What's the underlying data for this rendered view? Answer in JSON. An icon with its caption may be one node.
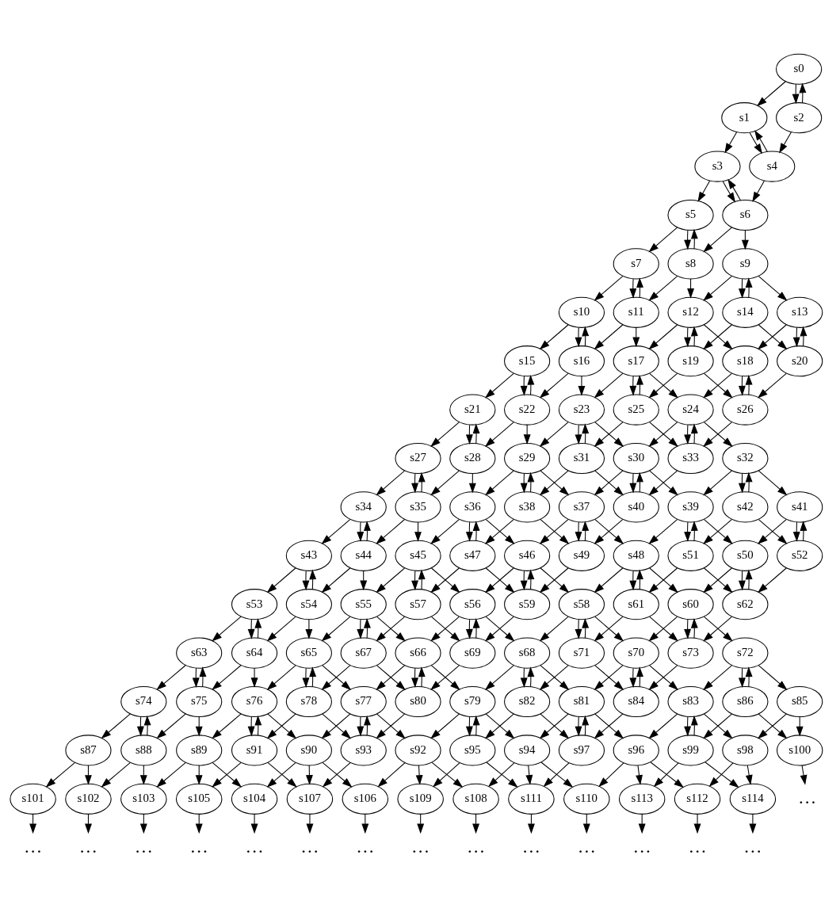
{
  "diagram": {
    "nodes": [
      {
        "text": [
          "s0"
        ]
      },
      {
        "text": [
          "s1"
        ]
      },
      {
        "text": [
          "s2"
        ]
      },
      {
        "text": [
          "s3"
        ]
      },
      {
        "text": [
          "s4"
        ]
      },
      {
        "text": [
          "s5"
        ]
      },
      {
        "text": [
          "s6"
        ]
      },
      {
        "text": [
          "s7"
        ]
      },
      {
        "text": [
          "s8"
        ]
      },
      {
        "text": [
          "s9"
        ]
      },
      {
        "text": [
          "s10"
        ]
      },
      {
        "text": [
          "s11"
        ]
      },
      {
        "text": [
          "s12"
        ]
      },
      {
        "text": [
          "s13"
        ]
      },
      {
        "text": [
          "s14"
        ]
      },
      {
        "text": [
          "s15"
        ]
      },
      {
        "text": [
          "s16"
        ]
      },
      {
        "text": [
          "s17"
        ]
      },
      {
        "text": [
          "s18"
        ]
      },
      {
        "text": [
          "s19"
        ]
      },
      {
        "text": [
          "s20"
        ]
      },
      {
        "text": [
          "s21"
        ]
      },
      {
        "text": [
          "s22"
        ]
      },
      {
        "text": [
          "s23"
        ]
      },
      {
        "text": [
          "s24"
        ]
      },
      {
        "text": [
          "s25"
        ]
      },
      {
        "text": [
          "s26"
        ]
      },
      {
        "text": [
          "s27"
        ]
      },
      {
        "text": [
          "s28"
        ]
      },
      {
        "text": [
          "s29"
        ]
      },
      {
        "text": [
          "s30"
        ]
      },
      {
        "text": [
          "s31"
        ]
      },
      {
        "text": [
          "s32"
        ]
      },
      {
        "text": [
          "s33"
        ]
      },
      {
        "text": [
          "s34"
        ]
      },
      {
        "text": [
          "s35"
        ]
      },
      {
        "text": [
          "s36"
        ]
      },
      {
        "text": [
          "s37"
        ]
      },
      {
        "text": [
          "s38"
        ]
      },
      {
        "text": [
          "s39"
        ]
      },
      {
        "text": [
          "s40"
        ]
      },
      {
        "text": [
          "s41"
        ]
      },
      {
        "text": [
          "s42"
        ]
      },
      {
        "text": [
          "s43"
        ]
      },
      {
        "text": [
          "s44"
        ]
      },
      {
        "text": [
          "s45"
        ]
      },
      {
        "text": [
          "s46"
        ]
      },
      {
        "text": [
          "s47"
        ]
      },
      {
        "text": [
          "s48"
        ]
      },
      {
        "text": [
          "s49"
        ]
      },
      {
        "text": [
          "s50"
        ]
      },
      {
        "text": [
          "s51"
        ]
      },
      {
        "text": [
          "s52"
        ]
      },
      {
        "text": [
          "s53"
        ]
      },
      {
        "text": [
          "s54"
        ]
      },
      {
        "text": [
          "s55"
        ]
      },
      {
        "text": [
          "s56"
        ]
      },
      {
        "text": [
          "s57"
        ]
      },
      {
        "text": [
          "s58"
        ]
      },
      {
        "text": [
          "s59"
        ]
      },
      {
        "text": [
          "s60"
        ]
      },
      {
        "text": [
          "s61"
        ]
      },
      {
        "text": [
          "s62"
        ]
      },
      {
        "text": [
          "s63"
        ]
      },
      {
        "text": [
          "s64"
        ]
      },
      {
        "text": [
          "s65"
        ]
      },
      {
        "text": [
          "s66"
        ]
      },
      {
        "text": [
          "s67"
        ]
      },
      {
        "text": [
          "s68"
        ]
      },
      {
        "text": [
          "s69"
        ]
      },
      {
        "text": [
          "s70"
        ]
      },
      {
        "text": [
          "s71"
        ]
      },
      {
        "text": [
          "s72"
        ]
      },
      {
        "text": [
          "s73"
        ]
      },
      {
        "text": [
          "s74"
        ]
      },
      {
        "text": [
          "s75"
        ]
      },
      {
        "text": [
          "s76"
        ]
      },
      {
        "text": [
          "s77"
        ]
      },
      {
        "text": [
          "s78"
        ]
      },
      {
        "text": [
          "s79"
        ]
      },
      {
        "text": [
          "s80"
        ]
      },
      {
        "text": [
          "s81"
        ]
      },
      {
        "text": [
          "s82"
        ]
      },
      {
        "text": [
          "s83"
        ]
      },
      {
        "text": [
          "s84"
        ]
      },
      {
        "text": [
          "s85"
        ]
      },
      {
        "text": [
          "s86"
        ]
      },
      {
        "text": [
          "s87"
        ]
      },
      {
        "text": [
          "s88"
        ]
      },
      {
        "text": [
          "s89"
        ]
      },
      {
        "text": [
          "s90"
        ]
      },
      {
        "text": [
          "s91"
        ]
      },
      {
        "text": [
          "s92"
        ]
      },
      {
        "text": [
          "s93"
        ]
      },
      {
        "text": [
          "s94"
        ]
      },
      {
        "text": [
          "s95"
        ]
      },
      {
        "text": [
          "s96"
        ]
      },
      {
        "text": [
          "s97"
        ]
      },
      {
        "text": [
          "s98"
        ]
      },
      {
        "text": [
          "s99"
        ]
      },
      {
        "text": [
          "s100"
        ]
      },
      {
        "text": [
          "s101"
        ]
      },
      {
        "text": [
          "s102"
        ]
      },
      {
        "text": [
          "s103"
        ]
      },
      {
        "text": [
          "s104"
        ]
      },
      {
        "text": [
          "s105"
        ]
      },
      {
        "text": [
          "s106"
        ]
      },
      {
        "text": [
          "s107"
        ]
      },
      {
        "text": [
          "s108"
        ]
      },
      {
        "text": [
          "s109"
        ]
      },
      {
        "text": [
          "s110"
        ]
      },
      {
        "text": [
          "s111"
        ]
      },
      {
        "text": [
          "s112"
        ]
      },
      {
        "text": [
          "s113"
        ]
      },
      {
        "text": [
          "s114"
        ]
      },
      {
        "text": [
          "…"
        ]
      },
      {
        "text": [
          "…"
        ]
      },
      {
        "text": [
          "…"
        ]
      },
      {
        "text": [
          "…"
        ]
      },
      {
        "text": [
          "…"
        ]
      },
      {
        "text": [
          "…"
        ]
      },
      {
        "text": [
          "…"
        ]
      },
      {
        "text": [
          "…"
        ]
      },
      {
        "text": [
          "…"
        ]
      },
      {
        "text": [
          "…"
        ]
      },
      {
        "text": [
          "…"
        ]
      },
      {
        "text": [
          "…"
        ]
      },
      {
        "text": [
          "…"
        ]
      },
      {
        "text": [
          "…"
        ]
      },
      {
        "text": [
          "…"
        ]
      }
    ],
    "edges": [
      {
        "from": 0,
        "to": 1,
        "arrow": "to"
      },
      {
        "from": 0,
        "to": 2,
        "arrow": "to"
      },
      {
        "from": 2,
        "to": 0,
        "arrow": "to"
      },
      {
        "from": 1,
        "to": 3,
        "arrow": "to"
      },
      {
        "from": 1,
        "to": 4,
        "arrow": "to"
      },
      {
        "from": 4,
        "to": 1,
        "arrow": "to"
      },
      {
        "from": 2,
        "to": 4,
        "arrow": "to"
      },
      {
        "from": 3,
        "to": 5,
        "arrow": "to"
      },
      {
        "from": 3,
        "to": 6,
        "arrow": "to"
      },
      {
        "from": 6,
        "to": 3,
        "arrow": "to"
      },
      {
        "from": 4,
        "to": 6,
        "arrow": "to"
      },
      {
        "from": 5,
        "to": 7,
        "arrow": "to"
      },
      {
        "from": 5,
        "to": 8,
        "arrow": "to"
      },
      {
        "from": 8,
        "to": 5,
        "arrow": "to"
      },
      {
        "from": 6,
        "to": 8,
        "arrow": "to"
      },
      {
        "from": 6,
        "to": 9,
        "arrow": "to"
      },
      {
        "from": 7,
        "to": 10,
        "arrow": "to"
      },
      {
        "from": 7,
        "to": 11,
        "arrow": "to"
      },
      {
        "from": 11,
        "to": 7,
        "arrow": "to"
      },
      {
        "from": 8,
        "to": 11,
        "arrow": "to"
      },
      {
        "from": 8,
        "to": 12,
        "arrow": "to"
      },
      {
        "from": 9,
        "to": 12,
        "arrow": "to"
      },
      {
        "from": 9,
        "to": 14,
        "arrow": "to"
      },
      {
        "from": 14,
        "to": 9,
        "arrow": "to"
      },
      {
        "from": 9,
        "to": 13,
        "arrow": "to"
      },
      {
        "from": 10,
        "to": 15,
        "arrow": "to"
      },
      {
        "from": 10,
        "to": 16,
        "arrow": "to"
      },
      {
        "from": 16,
        "to": 10,
        "arrow": "to"
      },
      {
        "from": 11,
        "to": 16,
        "arrow": "to"
      },
      {
        "from": 11,
        "to": 17,
        "arrow": "to"
      },
      {
        "from": 12,
        "to": 17,
        "arrow": "to"
      },
      {
        "from": 12,
        "to": 19,
        "arrow": "to"
      },
      {
        "from": 19,
        "to": 12,
        "arrow": "to"
      },
      {
        "from": 12,
        "to": 18,
        "arrow": "to"
      },
      {
        "from": 14,
        "to": 19,
        "arrow": "to"
      },
      {
        "from": 14,
        "to": 20,
        "arrow": "to"
      },
      {
        "from": 13,
        "to": 18,
        "arrow": "to"
      },
      {
        "from": 13,
        "to": 20,
        "arrow": "to"
      },
      {
        "from": 20,
        "to": 13,
        "arrow": "to"
      },
      {
        "from": 15,
        "to": 21,
        "arrow": "to"
      },
      {
        "from": 15,
        "to": 22,
        "arrow": "to"
      },
      {
        "from": 22,
        "to": 15,
        "arrow": "to"
      },
      {
        "from": 16,
        "to": 22,
        "arrow": "to"
      },
      {
        "from": 16,
        "to": 23,
        "arrow": "to"
      },
      {
        "from": 17,
        "to": 23,
        "arrow": "to"
      },
      {
        "from": 17,
        "to": 25,
        "arrow": "to"
      },
      {
        "from": 25,
        "to": 17,
        "arrow": "to"
      },
      {
        "from": 17,
        "to": 24,
        "arrow": "to"
      },
      {
        "from": 19,
        "to": 25,
        "arrow": "to"
      },
      {
        "from": 19,
        "to": 26,
        "arrow": "to"
      },
      {
        "from": 18,
        "to": 24,
        "arrow": "to"
      },
      {
        "from": 18,
        "to": 26,
        "arrow": "to"
      },
      {
        "from": 26,
        "to": 18,
        "arrow": "to"
      },
      {
        "from": 20,
        "to": 26,
        "arrow": "to"
      },
      {
        "from": 21,
        "to": 27,
        "arrow": "to"
      },
      {
        "from": 21,
        "to": 28,
        "arrow": "to"
      },
      {
        "from": 28,
        "to": 21,
        "arrow": "to"
      },
      {
        "from": 22,
        "to": 28,
        "arrow": "to"
      },
      {
        "from": 22,
        "to": 29,
        "arrow": "to"
      },
      {
        "from": 23,
        "to": 29,
        "arrow": "to"
      },
      {
        "from": 23,
        "to": 31,
        "arrow": "to"
      },
      {
        "from": 31,
        "to": 23,
        "arrow": "to"
      },
      {
        "from": 23,
        "to": 30,
        "arrow": "to"
      },
      {
        "from": 25,
        "to": 31,
        "arrow": "to"
      },
      {
        "from": 25,
        "to": 33,
        "arrow": "to"
      },
      {
        "from": 24,
        "to": 30,
        "arrow": "to"
      },
      {
        "from": 24,
        "to": 33,
        "arrow": "to"
      },
      {
        "from": 33,
        "to": 24,
        "arrow": "to"
      },
      {
        "from": 24,
        "to": 32,
        "arrow": "to"
      },
      {
        "from": 26,
        "to": 33,
        "arrow": "to"
      },
      {
        "from": 27,
        "to": 34,
        "arrow": "to"
      },
      {
        "from": 27,
        "to": 35,
        "arrow": "to"
      },
      {
        "from": 35,
        "to": 27,
        "arrow": "to"
      },
      {
        "from": 28,
        "to": 35,
        "arrow": "to"
      },
      {
        "from": 28,
        "to": 36,
        "arrow": "to"
      },
      {
        "from": 29,
        "to": 36,
        "arrow": "to"
      },
      {
        "from": 29,
        "to": 38,
        "arrow": "to"
      },
      {
        "from": 38,
        "to": 29,
        "arrow": "to"
      },
      {
        "from": 29,
        "to": 37,
        "arrow": "to"
      },
      {
        "from": 31,
        "to": 38,
        "arrow": "to"
      },
      {
        "from": 31,
        "to": 40,
        "arrow": "to"
      },
      {
        "from": 30,
        "to": 37,
        "arrow": "to"
      },
      {
        "from": 30,
        "to": 40,
        "arrow": "to"
      },
      {
        "from": 40,
        "to": 30,
        "arrow": "to"
      },
      {
        "from": 30,
        "to": 39,
        "arrow": "to"
      },
      {
        "from": 33,
        "to": 40,
        "arrow": "to"
      },
      {
        "from": 32,
        "to": 39,
        "arrow": "to"
      },
      {
        "from": 32,
        "to": 42,
        "arrow": "to"
      },
      {
        "from": 42,
        "to": 32,
        "arrow": "to"
      },
      {
        "from": 32,
        "to": 41,
        "arrow": "to"
      },
      {
        "from": 34,
        "to": 43,
        "arrow": "to"
      },
      {
        "from": 34,
        "to": 44,
        "arrow": "to"
      },
      {
        "from": 44,
        "to": 34,
        "arrow": "to"
      },
      {
        "from": 35,
        "to": 44,
        "arrow": "to"
      },
      {
        "from": 35,
        "to": 45,
        "arrow": "to"
      },
      {
        "from": 36,
        "to": 45,
        "arrow": "to"
      },
      {
        "from": 36,
        "to": 47,
        "arrow": "to"
      },
      {
        "from": 47,
        "to": 36,
        "arrow": "to"
      },
      {
        "from": 36,
        "to": 46,
        "arrow": "to"
      },
      {
        "from": 38,
        "to": 47,
        "arrow": "to"
      },
      {
        "from": 38,
        "to": 49,
        "arrow": "to"
      },
      {
        "from": 37,
        "to": 46,
        "arrow": "to"
      },
      {
        "from": 37,
        "to": 49,
        "arrow": "to"
      },
      {
        "from": 49,
        "to": 37,
        "arrow": "to"
      },
      {
        "from": 37,
        "to": 48,
        "arrow": "to"
      },
      {
        "from": 40,
        "to": 49,
        "arrow": "to"
      },
      {
        "from": 39,
        "to": 48,
        "arrow": "to"
      },
      {
        "from": 39,
        "to": 51,
        "arrow": "to"
      },
      {
        "from": 51,
        "to": 39,
        "arrow": "to"
      },
      {
        "from": 39,
        "to": 50,
        "arrow": "to"
      },
      {
        "from": 42,
        "to": 51,
        "arrow": "to"
      },
      {
        "from": 42,
        "to": 52,
        "arrow": "to"
      },
      {
        "from": 41,
        "to": 50,
        "arrow": "to"
      },
      {
        "from": 41,
        "to": 52,
        "arrow": "to"
      },
      {
        "from": 52,
        "to": 41,
        "arrow": "to"
      },
      {
        "from": 43,
        "to": 53,
        "arrow": "to"
      },
      {
        "from": 43,
        "to": 54,
        "arrow": "to"
      },
      {
        "from": 54,
        "to": 43,
        "arrow": "to"
      },
      {
        "from": 44,
        "to": 54,
        "arrow": "to"
      },
      {
        "from": 44,
        "to": 55,
        "arrow": "to"
      },
      {
        "from": 45,
        "to": 55,
        "arrow": "to"
      },
      {
        "from": 45,
        "to": 57,
        "arrow": "to"
      },
      {
        "from": 57,
        "to": 45,
        "arrow": "to"
      },
      {
        "from": 45,
        "to": 56,
        "arrow": "to"
      },
      {
        "from": 47,
        "to": 57,
        "arrow": "to"
      },
      {
        "from": 47,
        "to": 59,
        "arrow": "to"
      },
      {
        "from": 46,
        "to": 56,
        "arrow": "to"
      },
      {
        "from": 46,
        "to": 59,
        "arrow": "to"
      },
      {
        "from": 59,
        "to": 46,
        "arrow": "to"
      },
      {
        "from": 46,
        "to": 58,
        "arrow": "to"
      },
      {
        "from": 49,
        "to": 59,
        "arrow": "to"
      },
      {
        "from": 48,
        "to": 58,
        "arrow": "to"
      },
      {
        "from": 48,
        "to": 61,
        "arrow": "to"
      },
      {
        "from": 61,
        "to": 48,
        "arrow": "to"
      },
      {
        "from": 48,
        "to": 60,
        "arrow": "to"
      },
      {
        "from": 51,
        "to": 61,
        "arrow": "to"
      },
      {
        "from": 51,
        "to": 62,
        "arrow": "to"
      },
      {
        "from": 50,
        "to": 60,
        "arrow": "to"
      },
      {
        "from": 50,
        "to": 62,
        "arrow": "to"
      },
      {
        "from": 62,
        "to": 50,
        "arrow": "to"
      },
      {
        "from": 52,
        "to": 62,
        "arrow": "to"
      },
      {
        "from": 53,
        "to": 63,
        "arrow": "to"
      },
      {
        "from": 53,
        "to": 64,
        "arrow": "to"
      },
      {
        "from": 64,
        "to": 53,
        "arrow": "to"
      },
      {
        "from": 54,
        "to": 64,
        "arrow": "to"
      },
      {
        "from": 54,
        "to": 65,
        "arrow": "to"
      },
      {
        "from": 55,
        "to": 65,
        "arrow": "to"
      },
      {
        "from": 55,
        "to": 67,
        "arrow": "to"
      },
      {
        "from": 67,
        "to": 55,
        "arrow": "to"
      },
      {
        "from": 55,
        "to": 66,
        "arrow": "to"
      },
      {
        "from": 57,
        "to": 67,
        "arrow": "to"
      },
      {
        "from": 57,
        "to": 69,
        "arrow": "to"
      },
      {
        "from": 56,
        "to": 66,
        "arrow": "to"
      },
      {
        "from": 56,
        "to": 69,
        "arrow": "to"
      },
      {
        "from": 69,
        "to": 56,
        "arrow": "to"
      },
      {
        "from": 56,
        "to": 68,
        "arrow": "to"
      },
      {
        "from": 59,
        "to": 69,
        "arrow": "to"
      },
      {
        "from": 58,
        "to": 68,
        "arrow": "to"
      },
      {
        "from": 58,
        "to": 71,
        "arrow": "to"
      },
      {
        "from": 71,
        "to": 58,
        "arrow": "to"
      },
      {
        "from": 58,
        "to": 70,
        "arrow": "to"
      },
      {
        "from": 61,
        "to": 71,
        "arrow": "to"
      },
      {
        "from": 61,
        "to": 73,
        "arrow": "to"
      },
      {
        "from": 60,
        "to": 70,
        "arrow": "to"
      },
      {
        "from": 60,
        "to": 73,
        "arrow": "to"
      },
      {
        "from": 73,
        "to": 60,
        "arrow": "to"
      },
      {
        "from": 60,
        "to": 72,
        "arrow": "to"
      },
      {
        "from": 62,
        "to": 73,
        "arrow": "to"
      },
      {
        "from": 63,
        "to": 74,
        "arrow": "to"
      },
      {
        "from": 63,
        "to": 75,
        "arrow": "to"
      },
      {
        "from": 75,
        "to": 63,
        "arrow": "to"
      },
      {
        "from": 64,
        "to": 75,
        "arrow": "to"
      },
      {
        "from": 64,
        "to": 76,
        "arrow": "to"
      },
      {
        "from": 65,
        "to": 76,
        "arrow": "to"
      },
      {
        "from": 65,
        "to": 78,
        "arrow": "to"
      },
      {
        "from": 78,
        "to": 65,
        "arrow": "to"
      },
      {
        "from": 65,
        "to": 77,
        "arrow": "to"
      },
      {
        "from": 67,
        "to": 78,
        "arrow": "to"
      },
      {
        "from": 67,
        "to": 80,
        "arrow": "to"
      },
      {
        "from": 66,
        "to": 77,
        "arrow": "to"
      },
      {
        "from": 66,
        "to": 80,
        "arrow": "to"
      },
      {
        "from": 80,
        "to": 66,
        "arrow": "to"
      },
      {
        "from": 66,
        "to": 79,
        "arrow": "to"
      },
      {
        "from": 69,
        "to": 80,
        "arrow": "to"
      },
      {
        "from": 68,
        "to": 79,
        "arrow": "to"
      },
      {
        "from": 68,
        "to": 82,
        "arrow": "to"
      },
      {
        "from": 82,
        "to": 68,
        "arrow": "to"
      },
      {
        "from": 68,
        "to": 81,
        "arrow": "to"
      },
      {
        "from": 71,
        "to": 82,
        "arrow": "to"
      },
      {
        "from": 71,
        "to": 84,
        "arrow": "to"
      },
      {
        "from": 70,
        "to": 81,
        "arrow": "to"
      },
      {
        "from": 70,
        "to": 84,
        "arrow": "to"
      },
      {
        "from": 84,
        "to": 70,
        "arrow": "to"
      },
      {
        "from": 70,
        "to": 83,
        "arrow": "to"
      },
      {
        "from": 73,
        "to": 84,
        "arrow": "to"
      },
      {
        "from": 72,
        "to": 83,
        "arrow": "to"
      },
      {
        "from": 72,
        "to": 86,
        "arrow": "to"
      },
      {
        "from": 86,
        "to": 72,
        "arrow": "to"
      },
      {
        "from": 72,
        "to": 85,
        "arrow": "to"
      },
      {
        "from": 74,
        "to": 87,
        "arrow": "to"
      },
      {
        "from": 74,
        "to": 88,
        "arrow": "to"
      },
      {
        "from": 88,
        "to": 74,
        "arrow": "to"
      },
      {
        "from": 75,
        "to": 88,
        "arrow": "to"
      },
      {
        "from": 75,
        "to": 89,
        "arrow": "to"
      },
      {
        "from": 76,
        "to": 89,
        "arrow": "to"
      },
      {
        "from": 76,
        "to": 91,
        "arrow": "to"
      },
      {
        "from": 91,
        "to": 76,
        "arrow": "to"
      },
      {
        "from": 76,
        "to": 90,
        "arrow": "to"
      },
      {
        "from": 78,
        "to": 91,
        "arrow": "to"
      },
      {
        "from": 78,
        "to": 93,
        "arrow": "to"
      },
      {
        "from": 77,
        "to": 90,
        "arrow": "to"
      },
      {
        "from": 77,
        "to": 93,
        "arrow": "to"
      },
      {
        "from": 93,
        "to": 77,
        "arrow": "to"
      },
      {
        "from": 77,
        "to": 92,
        "arrow": "to"
      },
      {
        "from": 80,
        "to": 93,
        "arrow": "to"
      },
      {
        "from": 79,
        "to": 92,
        "arrow": "to"
      },
      {
        "from": 79,
        "to": 95,
        "arrow": "to"
      },
      {
        "from": 95,
        "to": 79,
        "arrow": "to"
      },
      {
        "from": 79,
        "to": 94,
        "arrow": "to"
      },
      {
        "from": 82,
        "to": 95,
        "arrow": "to"
      },
      {
        "from": 82,
        "to": 97,
        "arrow": "to"
      },
      {
        "from": 81,
        "to": 94,
        "arrow": "to"
      },
      {
        "from": 81,
        "to": 97,
        "arrow": "to"
      },
      {
        "from": 97,
        "to": 81,
        "arrow": "to"
      },
      {
        "from": 81,
        "to": 96,
        "arrow": "to"
      },
      {
        "from": 84,
        "to": 97,
        "arrow": "to"
      },
      {
        "from": 83,
        "to": 96,
        "arrow": "to"
      },
      {
        "from": 83,
        "to": 99,
        "arrow": "to"
      },
      {
        "from": 99,
        "to": 83,
        "arrow": "to"
      },
      {
        "from": 83,
        "to": 98,
        "arrow": "to"
      },
      {
        "from": 86,
        "to": 99,
        "arrow": "to"
      },
      {
        "from": 86,
        "to": 100,
        "arrow": "to"
      },
      {
        "from": 85,
        "to": 98,
        "arrow": "to"
      },
      {
        "from": 85,
        "to": 100,
        "arrow": "to"
      },
      {
        "from": 87,
        "to": 101,
        "arrow": "to"
      },
      {
        "from": 87,
        "to": 102,
        "arrow": "to"
      },
      {
        "from": 88,
        "to": 102,
        "arrow": "to"
      },
      {
        "from": 88,
        "to": 103,
        "arrow": "to"
      },
      {
        "from": 89,
        "to": 103,
        "arrow": "to"
      },
      {
        "from": 89,
        "to": 105,
        "arrow": "to"
      },
      {
        "from": 89,
        "to": 104,
        "arrow": "to"
      },
      {
        "from": 91,
        "to": 105,
        "arrow": "to"
      },
      {
        "from": 91,
        "to": 107,
        "arrow": "to"
      },
      {
        "from": 90,
        "to": 104,
        "arrow": "to"
      },
      {
        "from": 90,
        "to": 107,
        "arrow": "to"
      },
      {
        "from": 90,
        "to": 106,
        "arrow": "to"
      },
      {
        "from": 93,
        "to": 107,
        "arrow": "to"
      },
      {
        "from": 92,
        "to": 106,
        "arrow": "to"
      },
      {
        "from": 92,
        "to": 109,
        "arrow": "to"
      },
      {
        "from": 92,
        "to": 108,
        "arrow": "to"
      },
      {
        "from": 95,
        "to": 109,
        "arrow": "to"
      },
      {
        "from": 95,
        "to": 111,
        "arrow": "to"
      },
      {
        "from": 94,
        "to": 108,
        "arrow": "to"
      },
      {
        "from": 94,
        "to": 111,
        "arrow": "to"
      },
      {
        "from": 94,
        "to": 110,
        "arrow": "to"
      },
      {
        "from": 97,
        "to": 111,
        "arrow": "to"
      },
      {
        "from": 96,
        "to": 110,
        "arrow": "to"
      },
      {
        "from": 96,
        "to": 113,
        "arrow": "to"
      },
      {
        "from": 96,
        "to": 112,
        "arrow": "to"
      },
      {
        "from": 99,
        "to": 113,
        "arrow": "to"
      },
      {
        "from": 99,
        "to": 114,
        "arrow": "to"
      },
      {
        "from": 98,
        "to": 112,
        "arrow": "to"
      },
      {
        "from": 98,
        "to": 114,
        "arrow": "to"
      },
      {
        "from": 100,
        "to": 115,
        "arrow": "to"
      },
      {
        "from": 101,
        "to": 116,
        "arrow": "to"
      },
      {
        "from": 102,
        "to": 117,
        "arrow": "to"
      },
      {
        "from": 103,
        "to": 118,
        "arrow": "to"
      },
      {
        "from": 105,
        "to": 119,
        "arrow": "to"
      },
      {
        "from": 104,
        "to": 120,
        "arrow": "to"
      },
      {
        "from": 107,
        "to": 121,
        "arrow": "to"
      },
      {
        "from": 106,
        "to": 122,
        "arrow": "to"
      },
      {
        "from": 109,
        "to": 123,
        "arrow": "to"
      },
      {
        "from": 108,
        "to": 124,
        "arrow": "to"
      },
      {
        "from": 111,
        "to": 125,
        "arrow": "to"
      },
      {
        "from": 110,
        "to": 126,
        "arrow": "to"
      },
      {
        "from": 113,
        "to": 127,
        "arrow": "to"
      },
      {
        "from": 112,
        "to": 128,
        "arrow": "to"
      },
      {
        "from": 114,
        "to": 129,
        "arrow": "to"
      }
    ]
  }
}
